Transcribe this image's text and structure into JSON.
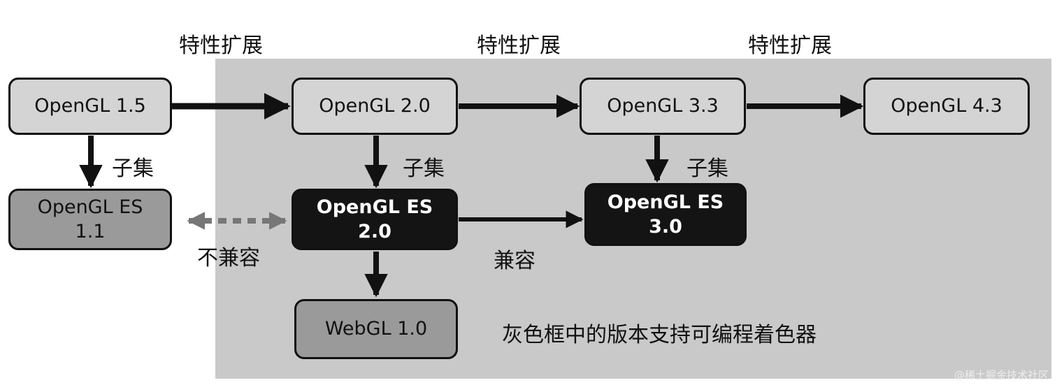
{
  "nodes": {
    "gl15": "OpenGL 1.5",
    "gl20": "OpenGL 2.0",
    "gl33": "OpenGL 3.3",
    "gl43": "OpenGL 4.3",
    "es11": "OpenGL ES\n1.1",
    "es20": "OpenGL ES\n2.0",
    "es30": "OpenGL ES\n3.0",
    "webgl10": "WebGL 1.0"
  },
  "labels": {
    "feature_ext_1": "特性扩展",
    "feature_ext_2": "特性扩展",
    "feature_ext_3": "特性扩展",
    "subset_1": "子集",
    "subset_2": "子集",
    "subset_3": "子集",
    "incompatible": "不兼容",
    "compatible": "兼容",
    "legend": "灰色框中的版本支持可编程着色器"
  },
  "watermark": "@稀土掘金技术社区"
}
